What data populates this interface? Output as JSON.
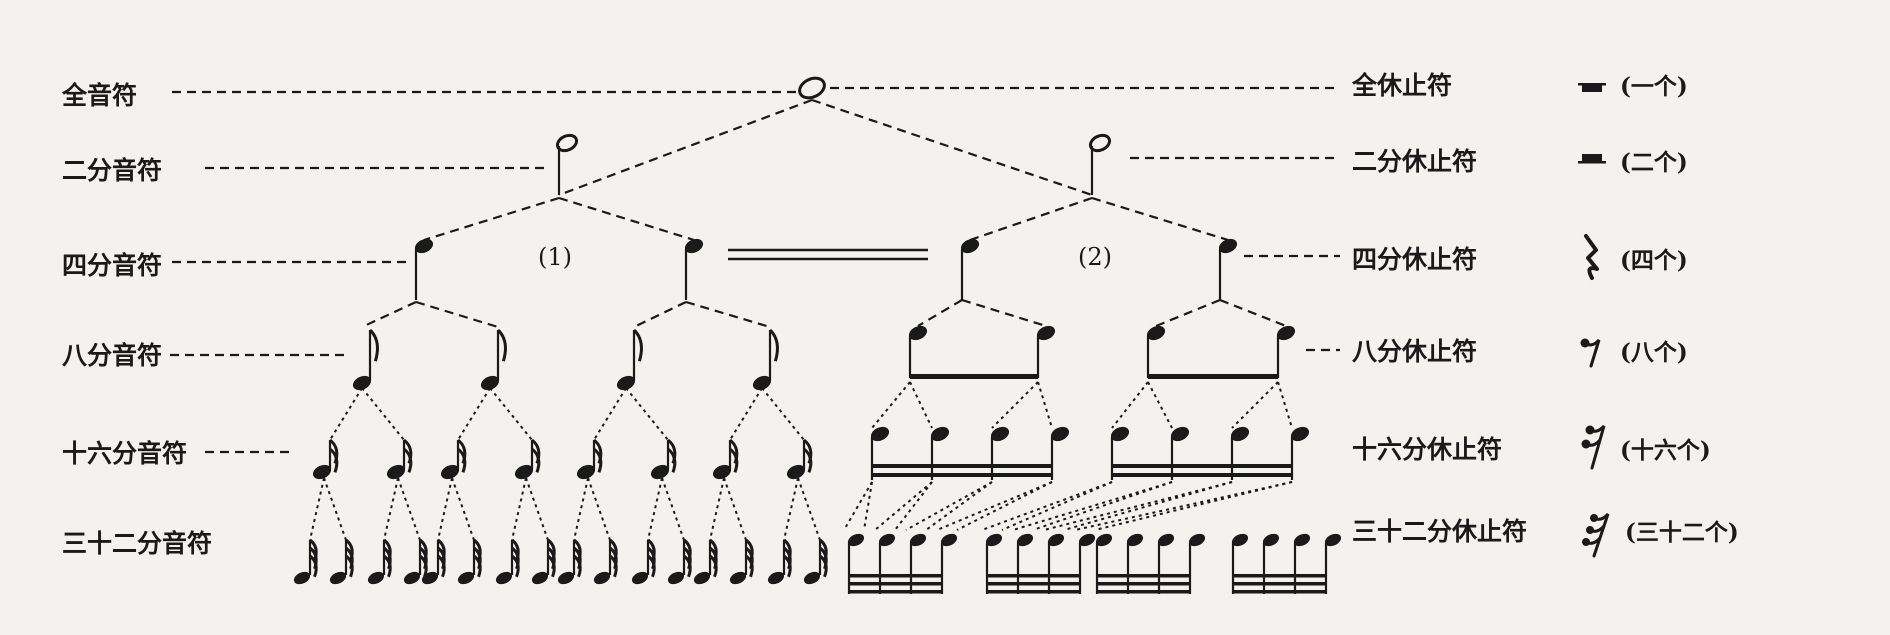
{
  "diagram": {
    "note_levels": [
      {
        "name": "全音符"
      },
      {
        "name": "二分音符"
      },
      {
        "name": "四分音符"
      },
      {
        "name": "八分音符"
      },
      {
        "name": "十六分音符"
      },
      {
        "name": "三十二分音符"
      }
    ],
    "rest_levels": [
      {
        "name": "全休止符",
        "count": "(一个)",
        "icon": "whole-rest-icon"
      },
      {
        "name": "二分休止符",
        "count": "(二个)",
        "icon": "half-rest-icon"
      },
      {
        "name": "四分休止符",
        "count": "(四个)",
        "icon": "quarter-rest-icon"
      },
      {
        "name": "八分休止符",
        "count": "(八个)",
        "icon": "eighth-rest-icon"
      },
      {
        "name": "十六分休止符",
        "count": "(十六个)",
        "icon": "sixteenth-rest-icon"
      },
      {
        "name": "三十二分休止符",
        "count": "(三十二个)",
        "icon": "thirty-second-rest-icon"
      }
    ],
    "group_labels": [
      "(1)",
      "(2)"
    ],
    "colors": {
      "ink": "#1a1a1a",
      "paper": "#f4f2ee"
    }
  }
}
